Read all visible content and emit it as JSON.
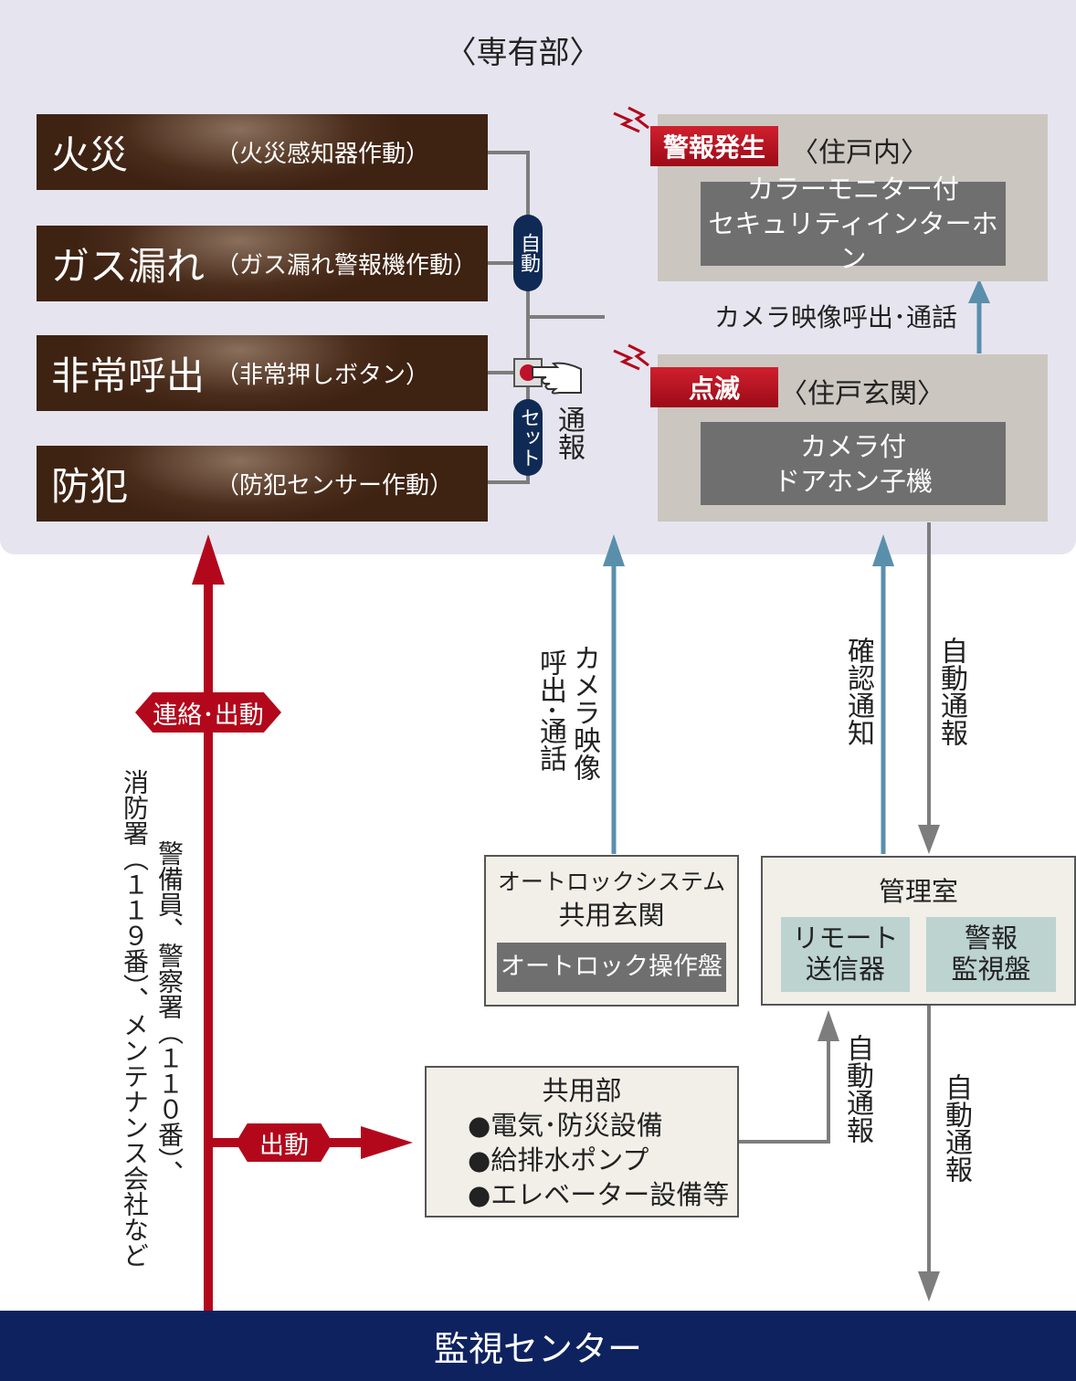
{
  "private_area": {
    "title": "〈専有部〉",
    "triggers": [
      {
        "title": "火災",
        "sub": "（火災感知器作動）"
      },
      {
        "title": "ガス漏れ",
        "sub": "（ガス漏れ警報機作動）"
      },
      {
        "title": "非常呼出",
        "sub": "（非常押しボタン）"
      },
      {
        "title": "防犯",
        "sub": "（防犯センサー作動）"
      }
    ],
    "auto_label": "自動",
    "set_label": "セット",
    "report_label": "通報",
    "unit_inside": {
      "tag": "警報発生",
      "label": "〈住戸内〉",
      "device_line1": "カラーモニター付",
      "device_line2": "セキュリティインターホン"
    },
    "camera_call": "カメラ映像呼出･通話",
    "unit_entrance": {
      "tag": "点滅",
      "label": "〈住戸玄関〉",
      "device_line1": "カメラ付",
      "device_line2": "ドアホン子機"
    }
  },
  "flows": {
    "contact_dispatch": "連絡･出動",
    "dispatch": "出動",
    "responders_1": "消防署（１１９番）、メンテナンス会社など",
    "responders_2": "警備員、警察署（１１０番）、",
    "camera_call_1": "カメラ映像",
    "camera_call_2": "呼出･通話",
    "confirm": "確認通知",
    "auto_report_1": "自動通報",
    "auto_report_2": "自動通報",
    "auto_report_3": "自動通報"
  },
  "autolock": {
    "line1": "オートロックシステム",
    "line2": "共用玄関",
    "panel": "オートロック操作盤"
  },
  "management": {
    "title": "管理室",
    "remote_1": "リモート",
    "remote_2": "送信器",
    "alarm_1": "警報",
    "alarm_2": "監視盤"
  },
  "common": {
    "title": "共用部",
    "items": [
      "●電気･防災設備",
      "●給排水ポンプ",
      "●エレベーター設備等"
    ]
  },
  "center": "監視センター",
  "colors": {
    "red": "#b3081c",
    "navy": "#0e2260",
    "blue": "#5a8fab",
    "gray": "#7d7d7d"
  }
}
